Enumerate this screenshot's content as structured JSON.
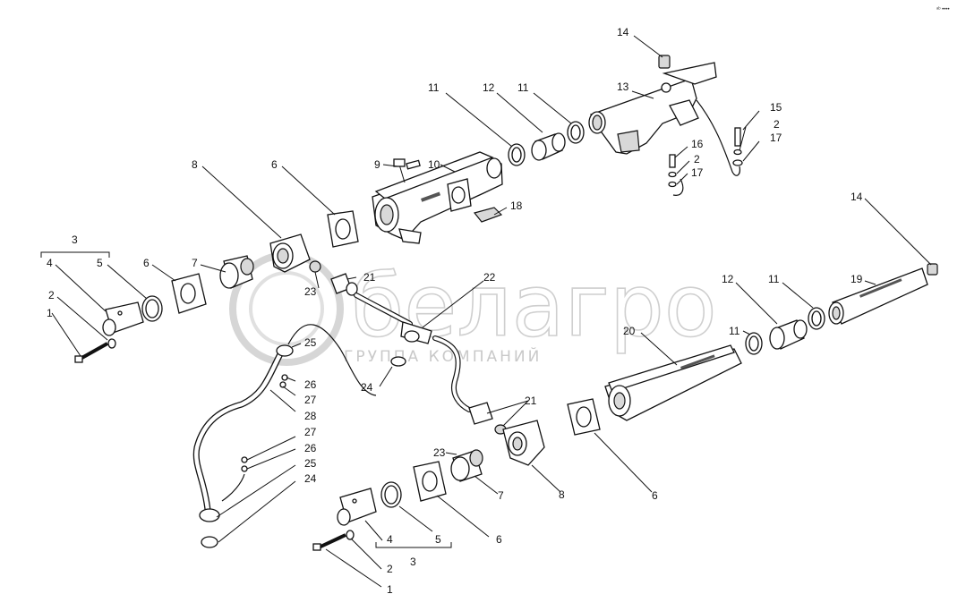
{
  "watermark": {
    "brand": "белагро",
    "subtitle": "ГРУППА КОМПАНИЙ"
  },
  "corner_mark": "ᵃᵇ ••••",
  "callouts": {
    "c14_top": "14",
    "c13": "13",
    "c12_top": "12",
    "c11_top_a": "11",
    "c11_top_b": "11",
    "c10": "10",
    "c9": "9",
    "c18": "18",
    "c15": "15",
    "c2_right_a": "2",
    "c17_right_a": "17",
    "c16": "16",
    "c2_right_b": "2",
    "c17_right_b": "17",
    "c8_top": "8",
    "c6_top": "6",
    "c3_left": "3",
    "c4_left": "4",
    "c5_left": "5",
    "c6_left": "6",
    "c7_left": "7",
    "c2_left": "2",
    "c1_left": "1",
    "c21_top": "21",
    "c23_top": "23",
    "c22": "22",
    "c25_a": "25",
    "c26_a": "26",
    "c27_a": "27",
    "c28": "28",
    "c24_mid": "24",
    "c27_b": "27",
    "c26_b": "26",
    "c25_b": "25",
    "c24_bot": "24",
    "c21_bot": "21",
    "c23_bot": "23",
    "c7_bot": "7",
    "c8_bot": "8",
    "c6_bot": "6",
    "c6_mid": "6",
    "c4_bot": "4",
    "c5_bot": "5",
    "c3_bot": "3",
    "c2_bot": "2",
    "c1_bot": "1",
    "c14_right": "14",
    "c19": "19",
    "c12_right": "12",
    "c11_right_a": "11",
    "c11_right_b": "11",
    "c20": "20"
  }
}
